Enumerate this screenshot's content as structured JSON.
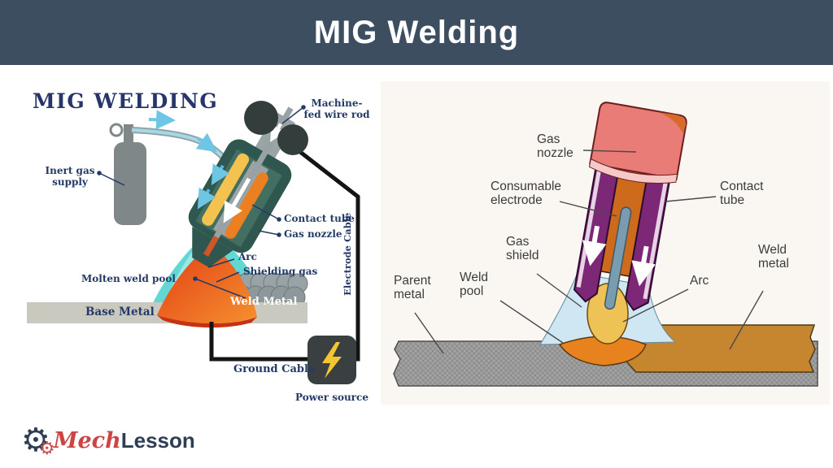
{
  "banner": {
    "title": "MIG Welding"
  },
  "left_diagram": {
    "heading": "MIG WELDING",
    "labels": {
      "inert_gas": "Inert gas supply",
      "machine_fed": "Machine-fed wire rod",
      "contact_tube": "Contact tube",
      "gas_nozzle": "Gas nozzle",
      "arc": "Arc",
      "shielding_gas": "Shielding gas",
      "molten_pool": "Molten weld pool",
      "base_metal": "Base Metal",
      "weld_metal": "Weld Metal",
      "electrode_cable": "Electrode Cable",
      "ground_cable": "Ground Cable",
      "power_source": "Power source"
    }
  },
  "right_diagram": {
    "labels": {
      "gas_nozzle": "Gas nozzle",
      "consumable_electrode": "Consumable electrode",
      "contact_tube": "Contact tube",
      "gas_shield": "Gas shield",
      "arc": "Arc",
      "weld_metal": "Weld metal",
      "parent_metal": "Parent metal",
      "weld_pool": "Weld pool"
    }
  },
  "logo": {
    "gear_icon": "gear",
    "part1": "Mech",
    "part2": "Lesson"
  },
  "colors": {
    "banner_bg": "#3d4e61",
    "left_label_navy": "#243a66",
    "right_label_gray": "#3c3c3c",
    "torch_teal": "#2f574f",
    "shield_cyan": "#62d8d5",
    "pool_red": "#e23c15",
    "contact_orange": "#ec7f1f",
    "wire_yellow": "#f3c24f",
    "power_bolt_yellow": "#f5c531",
    "nozzle_pink": "#ea7c78",
    "shroud_purple": "#7d2877",
    "electrode_blue": "#7a9cb0",
    "arc_yellow": "#eec254",
    "weld_metal_brown": "#c5862f",
    "logo_red": "#cc4444",
    "logo_navy": "#2e3e55"
  }
}
